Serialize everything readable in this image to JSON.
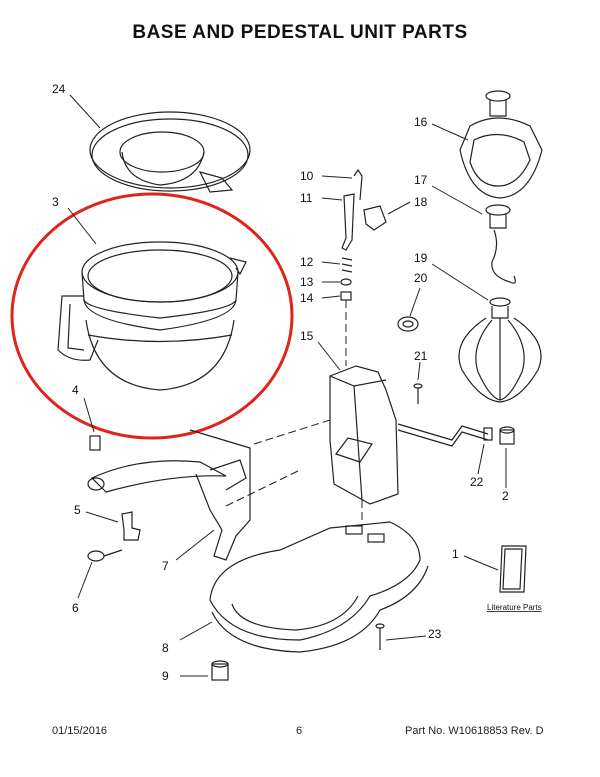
{
  "title": "BASE AND PEDESTAL UNIT PARTS",
  "callouts": {
    "c24": "24",
    "c3": "3",
    "c4": "4",
    "c5": "5",
    "c6": "6",
    "c7": "7",
    "c8": "8",
    "c9": "9",
    "c10": "10",
    "c11": "11",
    "c12": "12",
    "c13": "13",
    "c14": "14",
    "c15": "15",
    "c16": "16",
    "c17": "17",
    "c18": "18",
    "c19": "19",
    "c20": "20",
    "c21": "21",
    "c22": "22",
    "c2": "2",
    "c1": "1",
    "c23": "23"
  },
  "literature_label": "Literature Parts",
  "highlight_color": "#e0241c",
  "footer": {
    "date": "01/15/2016",
    "page": "6",
    "part_no": "Part No.  W10618853   Rev.  D"
  }
}
